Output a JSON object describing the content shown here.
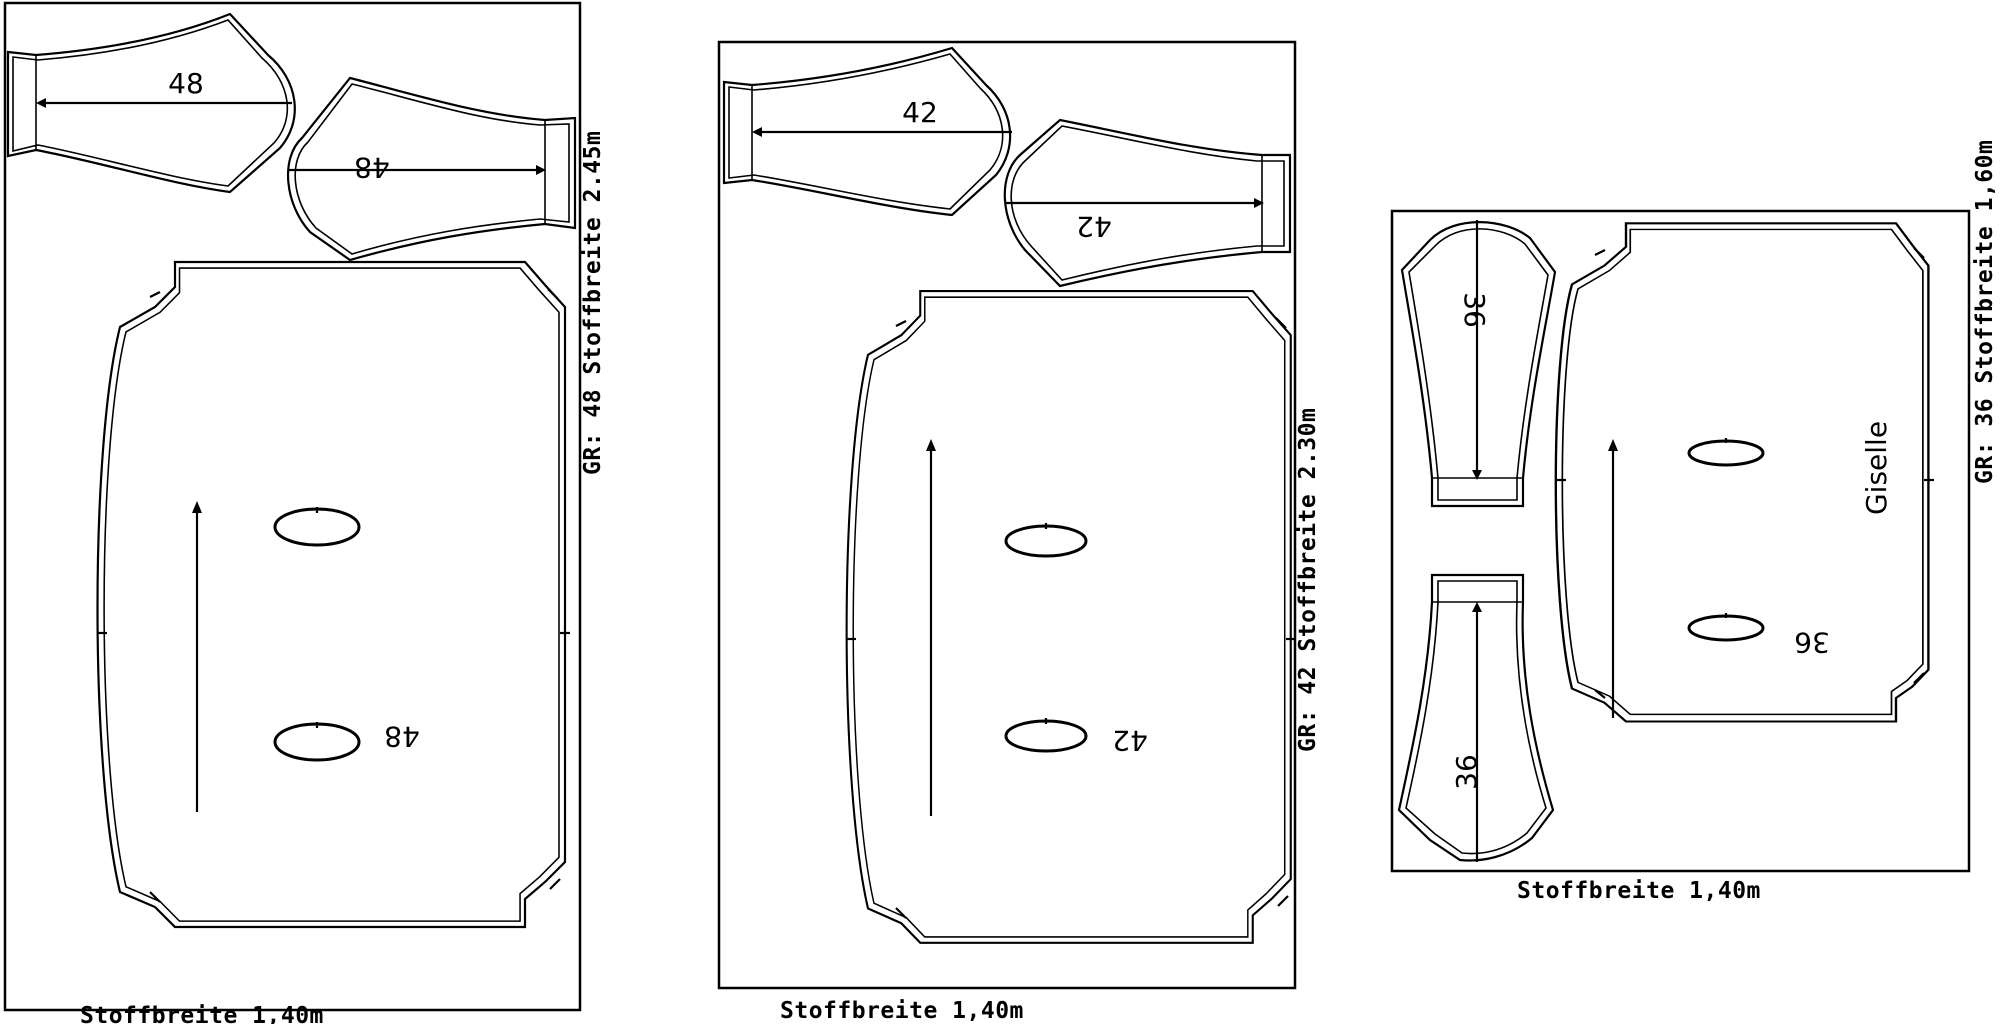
{
  "layouts": [
    {
      "size_label": "48",
      "width_label": "Stoffbreite 1,40m",
      "length_label": "GR: 48 Stoffbreite 2.45m"
    },
    {
      "size_label": "42",
      "width_label": "Stoffbreite 1,40m",
      "length_label": "GR: 42 Stoffbreite 2.30m"
    },
    {
      "size_label": "36",
      "width_label": "Stoffbreite 1,40m",
      "length_label": "GR: 36 Stoffbreite 1,60m",
      "name_label": "Giselle"
    }
  ]
}
